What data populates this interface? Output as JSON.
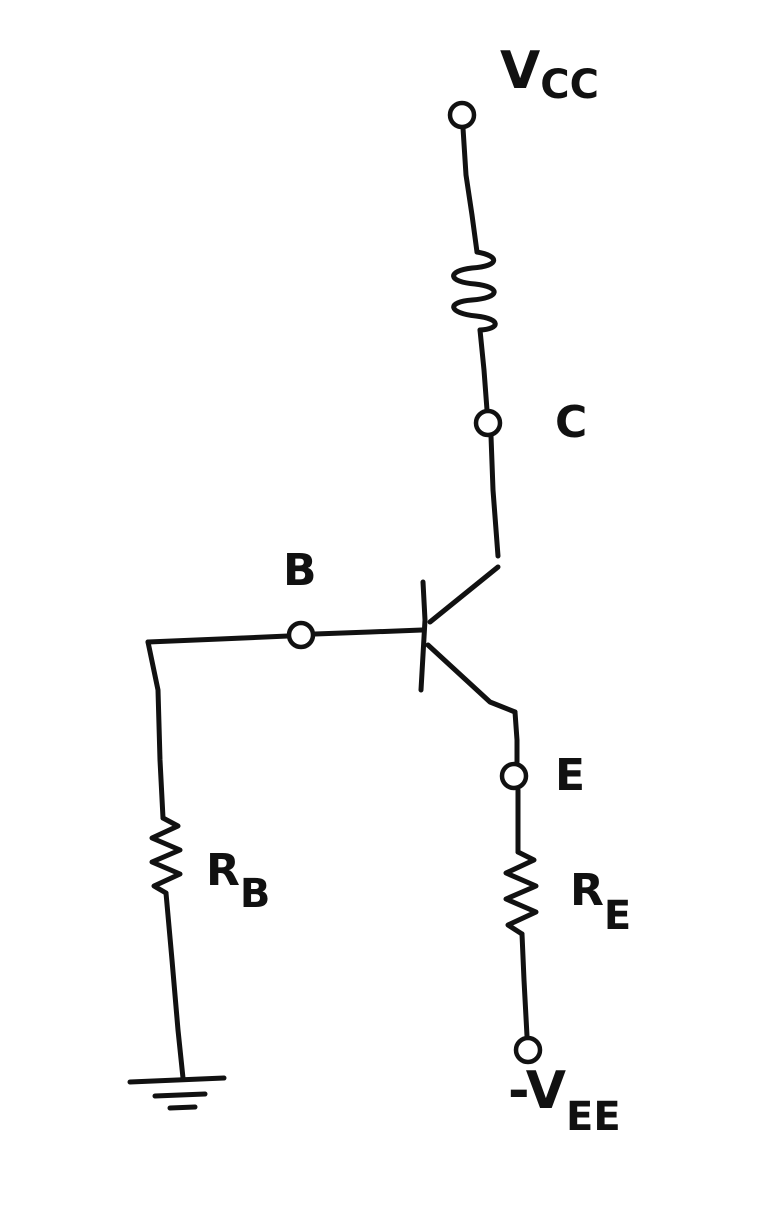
{
  "diagram": {
    "supply_top": {
      "main": "V",
      "sub": "CC"
    },
    "collector_label": "C",
    "base_label": "B",
    "emitter_label": "E",
    "base_resistor": {
      "main": "R",
      "sub": "B"
    },
    "emitter_resistor": {
      "main": "R",
      "sub": "E"
    },
    "supply_bottom": {
      "main": "-V",
      "sub": "EE"
    }
  }
}
